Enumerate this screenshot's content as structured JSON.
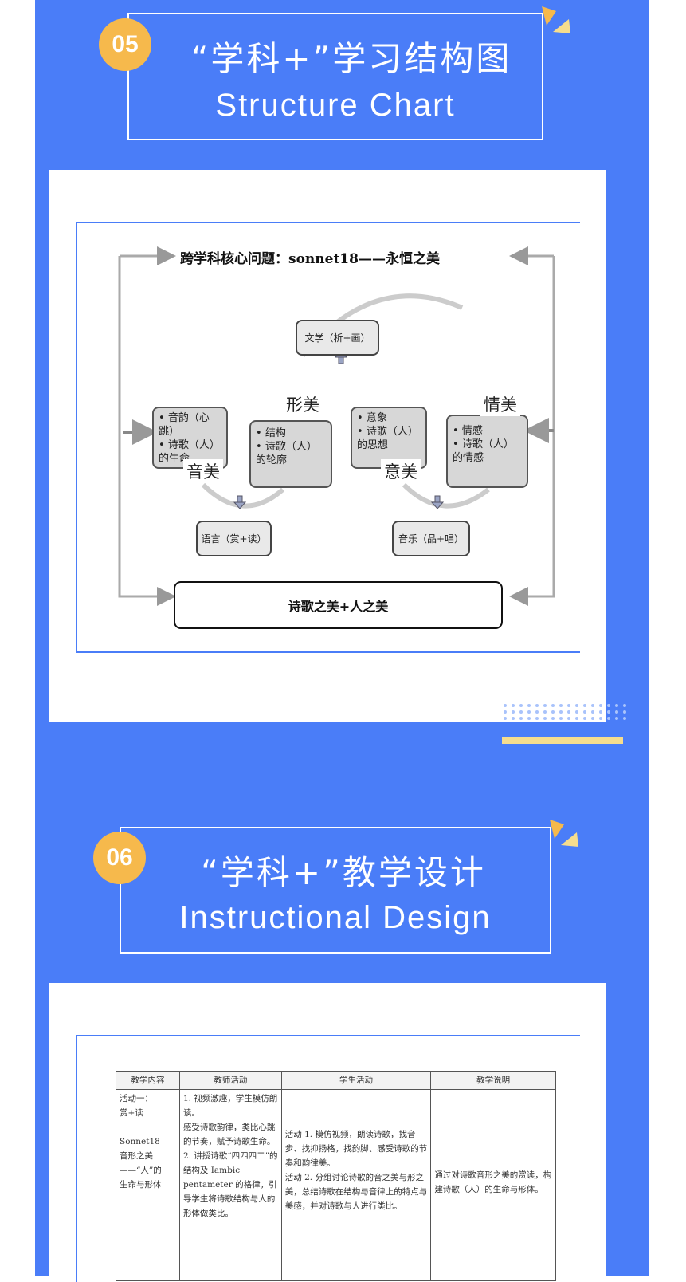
{
  "colors": {
    "background": "#4a7df8",
    "badge": "#f6b94c",
    "accent_bar": "#f6dd8e"
  },
  "section1": {
    "number": "05",
    "title_zh": "“学科+”学习结构图",
    "title_en": "Structure Chart",
    "diagram": {
      "core_question": "跨学科核心问题：sonnet18——永恒之美",
      "top_box": "文学（析+画）",
      "boxes": [
        {
          "label": "音美",
          "items": [
            "音韵（心跳）",
            "诗歌（人）的生命"
          ]
        },
        {
          "label": "形美",
          "items": [
            "结构",
            "诗歌（人）的轮廓"
          ]
        },
        {
          "label": "意美",
          "items": [
            "意象",
            "诗歌（人）的思想"
          ]
        },
        {
          "label": "情美",
          "items": [
            "情感",
            "诗歌（人）的情感"
          ]
        }
      ],
      "bottom_left_box": "语言（赏+读）",
      "bottom_right_box": "音乐（品+唱）",
      "result": "诗歌之美+人之美"
    }
  },
  "section2": {
    "number": "06",
    "title_zh": "“学科+”教学设计",
    "title_en": "Instructional Design",
    "table": {
      "headers": [
        "教学内容",
        "教师活动",
        "学生活动",
        "教学说明"
      ],
      "rows": [
        [
          "活动一：\n赏+读\n\nSonnet18\n音形之美\n——“人”的\n生命与形体",
          "1. 视频激趣，学生模仿朗读。\n感受诗歌韵律，类比心跳的节奏，赋予诗歌生命。\n2. 讲授诗歌“四四四二”的结构及 Iambic pentameter 的格律，引导学生将诗歌结构与人的形体做类比。",
          "活动 1. 模仿视频，朗读诗歌，找音步、找抑扬格，找韵脚、感受诗歌的节奏和韵律美。\n活动 2. 分组讨论诗歌的音之美与形之美，总结诗歌在结构与音律上的特点与美感，并对诗歌与人进行类比。",
          "通过对诗歌音形之美的赏读，构建诗歌（人）的生命与形体。"
        ]
      ]
    }
  }
}
